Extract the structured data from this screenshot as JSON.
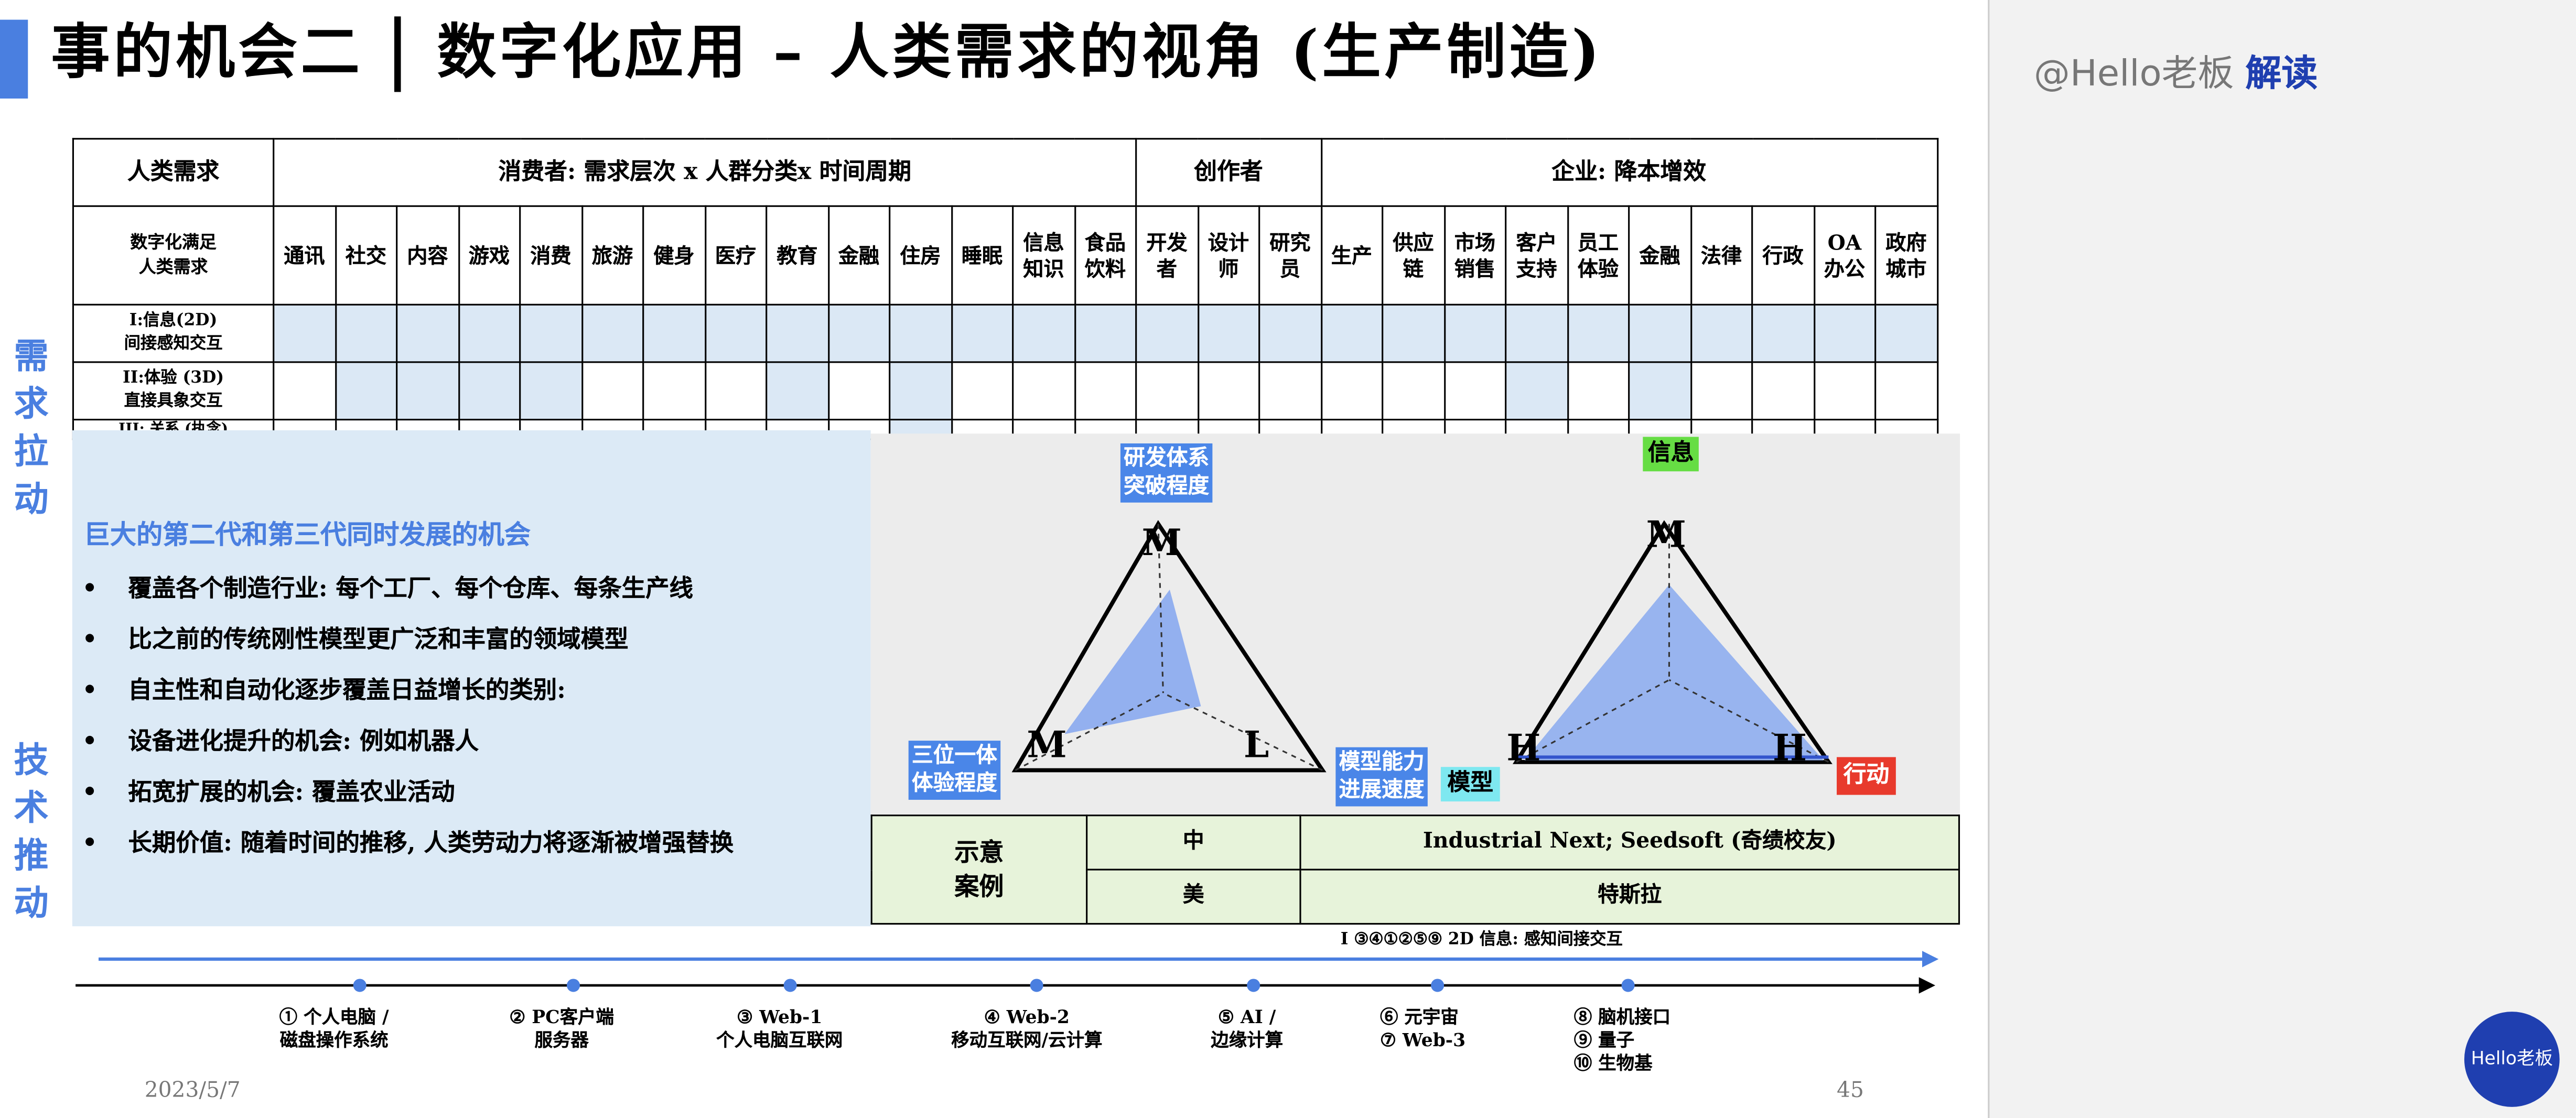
{
  "title": "事的机会二",
  "subtitle": "数字化应用 – 人类需求的视角 (生产制造)",
  "side_top": [
    "需",
    "求",
    "拉",
    "动"
  ],
  "side_bottom": [
    "技",
    "术",
    "推",
    "动"
  ],
  "table": {
    "h_need": "人类需求",
    "h_consumer": "消费者: 需求层次 x 人群分类x 时间周期",
    "h_creator": "创作者",
    "h_enterprise": "企业: 降本增效",
    "row_cat_label": [
      "数字化满足",
      "人类需求"
    ],
    "cats": [
      [
        "通讯"
      ],
      [
        "社交"
      ],
      [
        "内容"
      ],
      [
        "游戏"
      ],
      [
        "消费"
      ],
      [
        "旅游"
      ],
      [
        "健身"
      ],
      [
        "医疗"
      ],
      [
        "教育"
      ],
      [
        "金融"
      ],
      [
        "住房"
      ],
      [
        "睡眠"
      ],
      [
        "信息",
        "知识"
      ],
      [
        "食品",
        "饮料"
      ],
      [
        "开发",
        "者"
      ],
      [
        "设计",
        "师"
      ],
      [
        "研究",
        "员"
      ],
      [
        "生产"
      ],
      [
        "供应",
        "链"
      ],
      [
        "市场",
        "销售"
      ],
      [
        "客户",
        "支持"
      ],
      [
        "员工",
        "体验"
      ],
      [
        "金融"
      ],
      [
        "法律"
      ],
      [
        "行政"
      ],
      [
        "OA",
        "办公"
      ],
      [
        "政府",
        "城市"
      ]
    ],
    "rows": [
      {
        "label": [
          "I:信息(2D)",
          "间接感知交互"
        ]
      },
      {
        "label": [
          "II:体验 (3D)",
          "直接具象交互"
        ]
      },
      {
        "label": [
          "III: 关系 (执念)"
        ]
      }
    ]
  },
  "panel": {
    "title": "巨大的第二代和第三代同时发展的机会",
    "bullets": [
      "覆盖各个制造行业: 每个工厂、每个仓库、每条生产线",
      "比之前的传统刚性模型更广泛和丰富的领域模型",
      "自主性和自动化逐步覆盖日益增长的类别:",
      "设备进化提升的机会: 例如机器人",
      "拓宽扩展的机会: 覆盖农业活动",
      "长期价值: 随着时间的推移, 人类劳动力将逐渐被增强替换"
    ]
  },
  "tri_labels": {
    "rd": [
      "研发体系",
      "突破程度"
    ],
    "three": [
      "三位一体",
      "体验程度"
    ],
    "model_speed": [
      "模型能力",
      "进展速度"
    ],
    "model": "模型",
    "info": "信息",
    "action": "行动"
  },
  "tri_letters": {
    "left_top": "M",
    "left_bl": "M",
    "left_br": "L",
    "right_top": "M",
    "right_bl": "H",
    "right_br": "H"
  },
  "example": {
    "label": [
      "示意",
      "案例"
    ],
    "cn": "中",
    "us": "美",
    "cn_val": "Industrial Next; Seedsoft (奇绩校友)",
    "us_val": "特斯拉"
  },
  "under_note": "I   ③④①②⑤⑨    2D 信息: 感知间接交互",
  "timeline": [
    [
      "① 个人电脑 /",
      "磁盘操作系统"
    ],
    [
      "② PC客户端",
      "服务器"
    ],
    [
      "③ Web-1",
      "个人电脑互联网"
    ],
    [
      "④ Web-2",
      "移动互联网/云计算"
    ],
    [
      "⑤ AI /",
      "边缘计算"
    ],
    [
      "⑥ 元宇宙",
      "⑦ Web-3"
    ],
    [
      "⑧ 脑机接口",
      "⑨ 量子",
      "⑩ 生物基"
    ]
  ],
  "date": "2023/5/7",
  "page": "45",
  "hello": {
    "handle": "@Hello老板",
    "read": "解读"
  },
  "logo": "Hello老板",
  "colors": {
    "accent": "#4a7fe0",
    "light_blue": "#dbe8f5",
    "green": "#e7f3da",
    "label_green": "#66dd44",
    "label_red": "#e83a2c",
    "label_cyan": "#7ee8f0"
  }
}
